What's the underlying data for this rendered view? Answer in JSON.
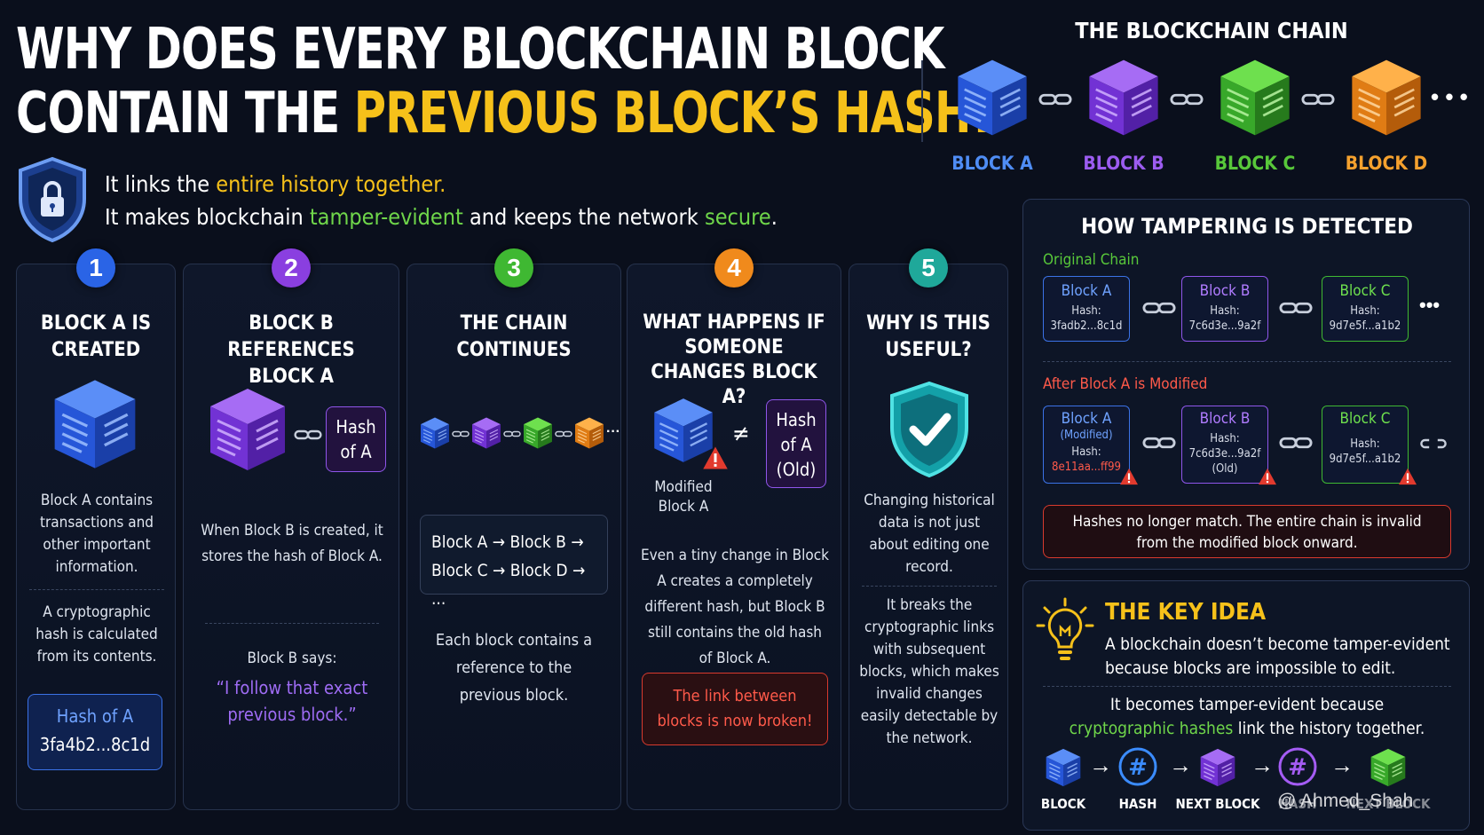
{
  "header": {
    "title_line1": "WHY DOES EVERY BLOCKCHAIN BLOCK",
    "title_line2_a": "CONTAIN THE ",
    "title_line2_b": "PREVIOUS BLOCK’S HASH?",
    "intro1_a": "It links the ",
    "intro1_b": "entire history together.",
    "intro2_a": "It makes blockchain ",
    "intro2_b": "tamper-evident",
    "intro2_c": " and keeps the network ",
    "intro2_d": "secure",
    "intro2_e": "."
  },
  "chain": {
    "title": "THE BLOCKCHAIN CHAIN",
    "blocks": [
      {
        "label": "BLOCK A",
        "color": "#2f6cf0"
      },
      {
        "label": "BLOCK B",
        "color": "#8a3fe0"
      },
      {
        "label": "BLOCK C",
        "color": "#3fb832"
      },
      {
        "label": "BLOCK D",
        "color": "#f08a1c"
      }
    ]
  },
  "steps": {
    "s1": {
      "num": "1",
      "title": "BLOCK A IS CREATED",
      "text1": "Block A contains transactions and other important information.",
      "text2": "A cryptographic hash is calculated from its contents.",
      "box_title": "Hash of A",
      "box_value": "3fa4b2...8c1d"
    },
    "s2": {
      "num": "2",
      "title": "BLOCK B REFERENCES BLOCK A",
      "hash_box": "Hash of A",
      "text1": "When Block B is created, it stores the hash of Block A.",
      "says": "Block B says:",
      "quote": "“I follow that exact previous block.”"
    },
    "s3": {
      "num": "3",
      "title": "THE CHAIN CONTINUES",
      "seq1": "Block A → Block B →",
      "seq2": "Block C → Block D → ...",
      "text1": "Each block contains a reference to the previous block."
    },
    "s4": {
      "num": "4",
      "title": "WHAT HAPPENS IF SOMEONE CHANGES BLOCK A?",
      "neq": "≠",
      "hash_box": "Hash of A (Old)",
      "mod_label": "Modified Block A",
      "text1": "Even a tiny change in Block A creates a completely different hash, but Block B still contains the old hash of Block A.",
      "alert": "The link between blocks is now broken!"
    },
    "s5": {
      "num": "5",
      "title": "WHY IS THIS USEFUL?",
      "text1": "Changing historical data is not just about editing one record.",
      "text2": "It breaks the cryptographic links with subsequent blocks, which makes invalid changes easily detectable by the network."
    }
  },
  "tamper": {
    "title": "HOW TAMPERING IS DETECTED",
    "original_label": "Original Chain",
    "original": [
      {
        "name": "Block A",
        "hash_label": "Hash:",
        "hash": "3fadb2...8c1d"
      },
      {
        "name": "Block B",
        "hash_label": "Hash:",
        "hash": "7c6d3e...9a2f"
      },
      {
        "name": "Block C",
        "hash_label": "Hash:",
        "hash": "9d7e5f...a1b2"
      }
    ],
    "modified_label": "After Block A is Modified",
    "modified": [
      {
        "name": "Block A",
        "sub": "(Modified)",
        "hash_label": "Hash:",
        "hash": "8e11aa...ff99"
      },
      {
        "name": "Block B",
        "hash_label": "Hash:",
        "hash": "7c6d3e...9a2f",
        "sub2": "(Old)"
      },
      {
        "name": "Block C",
        "hash_label": "Hash:",
        "hash": "9d7e5f...a1b2"
      }
    ],
    "message": "Hashes no longer match. The entire chain is invalid from the modified block onward."
  },
  "key": {
    "title": "THE KEY IDEA",
    "line1": "A blockchain doesn’t become tamper-evident because blocks are impossible to edit.",
    "line2_a": "It becomes tamper-evident because",
    "line2_b": "cryptographic hashes",
    "line2_c": " link the history together.",
    "flow": [
      "BLOCK",
      "HASH",
      "NEXT BLOCK",
      "HASH",
      "NEXT BLOCK"
    ],
    "watermark": "@ Ahmed_Shah"
  }
}
